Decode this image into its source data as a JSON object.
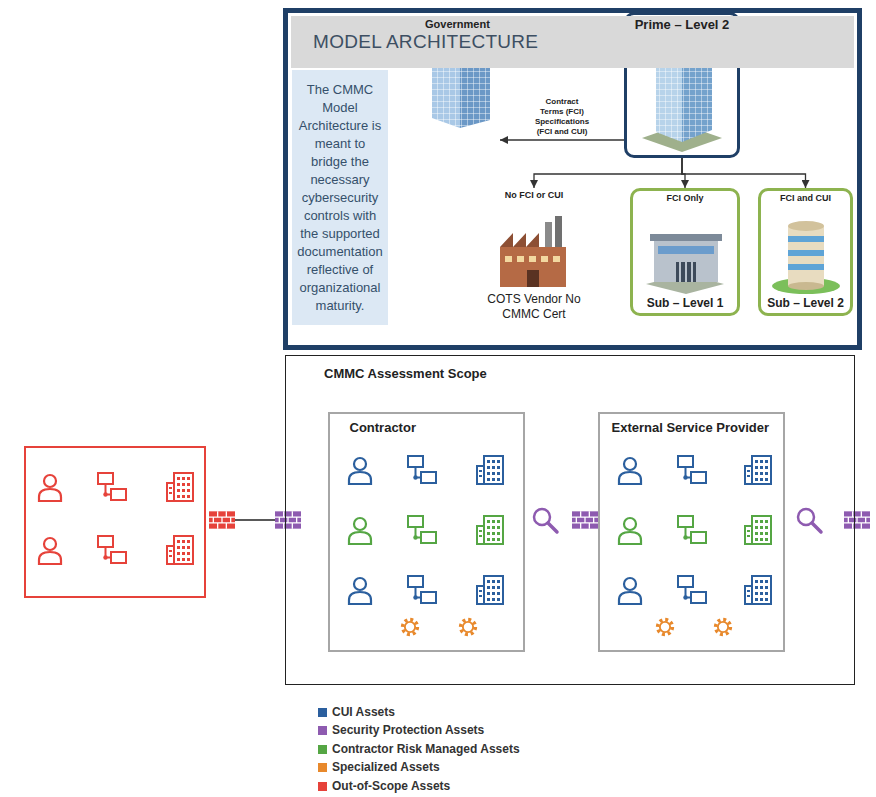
{
  "diagram": {
    "nodes": [
      {
        "text": [
          "MODEL ARCHITECTURE"
        ]
      },
      {
        "text": [
          "The CMMC Model Architecture is meant to bridge the necessary cybersecurity controls with the supported documentation reflective of organizational maturity."
        ],
        "in": 0
      },
      {
        "text": [
          "Government"
        ],
        "in": 0
      },
      {
        "text": [
          "Prime – Level 2"
        ],
        "in": 0
      },
      {
        "text": [
          "No FCI or CUI",
          "COTS Vendor No CMMC Cert"
        ],
        "in": 0
      },
      {
        "text": [
          "FCI Only",
          "Sub – Level 1"
        ],
        "in": 0
      },
      {
        "text": [
          "FCI and CUI",
          "Sub – Level 2"
        ],
        "in": 0
      },
      {
        "text": [
          "CMMC Assessment Scope"
        ]
      },
      {
        "text": [
          "Contractor"
        ],
        "in": 7
      },
      {
        "text": [
          "External Service Provider"
        ],
        "in": 7
      }
    ],
    "edges": [
      {
        "from": 3,
        "to": 2,
        "arrow": "to",
        "label": "Contract Terms (FCI) Specifications (FCI and CUI)"
      },
      {
        "from": 3,
        "to": 4,
        "arrow": "to"
      },
      {
        "from": 3,
        "to": 5,
        "arrow": "to"
      },
      {
        "from": 3,
        "to": 6,
        "arrow": "to"
      }
    ],
    "legend": [
      {
        "text": "CUI Assets",
        "color": "#2b5f9e"
      },
      {
        "text": "Security Protection Assets",
        "color": "#8e5bb0"
      },
      {
        "text": "Contractor Risk Managed Assets",
        "color": "#55a644"
      },
      {
        "text": "Specialized Assets",
        "color": "#e8892c"
      },
      {
        "text": "Out-of-Scope Assets",
        "color": "#e6423a"
      }
    ]
  }
}
